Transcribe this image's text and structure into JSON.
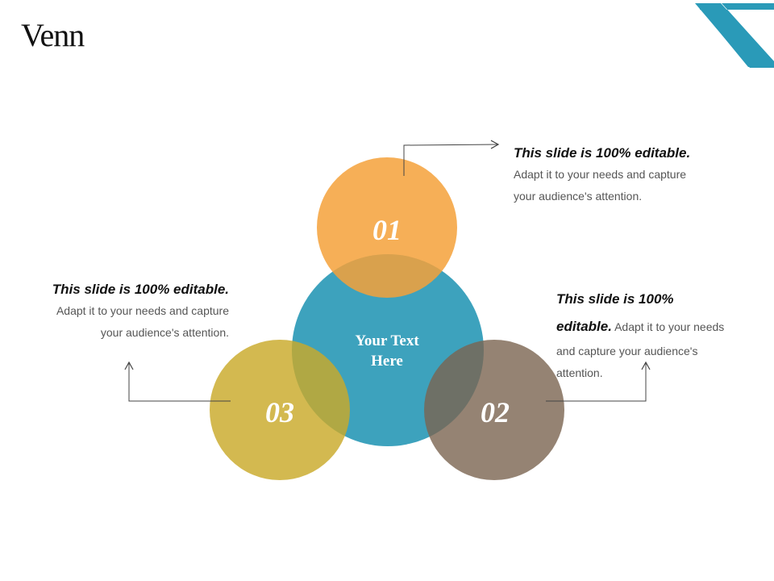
{
  "title": "Venn",
  "colors": {
    "accent": "#2a9ab8",
    "circle_01": "#f5a13a",
    "circle_center": "#2c9ab7",
    "circle_02": "#7b6450",
    "circle_03": "#c9a92a"
  },
  "center_label": {
    "line1": "Your Text",
    "line2": "Here"
  },
  "circles": [
    {
      "label": "01"
    },
    {
      "label": "02"
    },
    {
      "label": "03"
    }
  ],
  "callouts": {
    "top_right": {
      "heading": "This slide is 100% editable.",
      "line1": "Adapt it to your needs and capture",
      "line2": "your audience's attention."
    },
    "left": {
      "heading": "This slide is 100% editable.",
      "line1": "Adapt it to your needs and capture",
      "line2": "your audience's attention."
    },
    "right": {
      "heading_line1": "This slide is 100%",
      "heading_line2": "editable.",
      "body_line1": " Adapt it to your needs",
      "body_line2": "and capture your audience's",
      "body_line3": "attention."
    }
  }
}
